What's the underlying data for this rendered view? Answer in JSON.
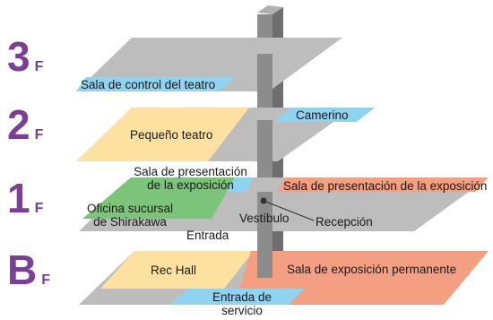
{
  "header_text": "",
  "floors": [
    {
      "level": "3",
      "suffix": "F"
    },
    {
      "level": "2",
      "suffix": "F"
    },
    {
      "level": "1",
      "suffix": "F"
    },
    {
      "level": "B",
      "suffix": "F"
    }
  ],
  "rooms": {
    "theater_control_room": "Sala de control del teatro",
    "dressing_room": "Camerino",
    "small_theater": "Pequeño teatro",
    "exhibition_presentation_room_left_line1": "Sala de presentación",
    "exhibition_presentation_room_left_line2": "de la exposición",
    "exhibition_presentation_room_right": "Sala de presentación de la exposición",
    "branch_office_line1": "Oficina sucursal",
    "branch_office_line2": "de Shirakawa",
    "lobby": "Vestíbulo",
    "reception": "Recepción",
    "entrance": "Entrada",
    "rec_hall": "Rec Hall",
    "permanent_exhibition_room": "Sala de exposición permanente",
    "service_entrance_line1": "Entrada de",
    "service_entrance_line2": "servicio"
  },
  "colors": {
    "floor_label": "#7b3f98",
    "slab_gray": "#bdbdbd",
    "slab_gray_dark": "#a8a8a8",
    "blue": "#8fd3f0",
    "yellow": "#fde1a0",
    "green": "#7cc47a",
    "salmon": "#f59f82",
    "pillar_front": "#8c8c8c",
    "pillar_side": "#6e6e6e",
    "pillar_top": "#b0b0b0"
  }
}
